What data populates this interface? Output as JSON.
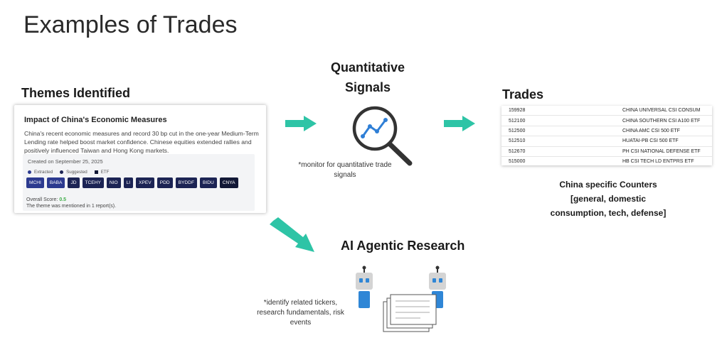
{
  "page": {
    "title": "Examples of Trades"
  },
  "themes": {
    "heading": "Themes Identified",
    "card": {
      "title": "Impact of China's Economic Measures",
      "body": "China's recent economic measures and record 30 bp cut in the one-year Medium-Term Lending rate helped boost market confidence. Chinese equities extended rallies and positively influenced Taiwan and Hong Kong markets.",
      "created": "Created on September 25, 2025",
      "legend": [
        "Extracted",
        "Suggested",
        "ETF"
      ],
      "tickers": [
        "MCHI",
        "BABA",
        "JD",
        "TCEHY",
        "NIO",
        "LI",
        "XPEV",
        "PDD",
        "BYDDF",
        "BIDU",
        "CNYA"
      ],
      "score_label": "Overall Score:",
      "score_value": "0.5",
      "mentioned": "The theme was mentioned in 1 report(s)."
    }
  },
  "signals": {
    "heading_line1": "Quantitative",
    "heading_line2": "Signals",
    "note_line1": "*monitor for quantitative trade",
    "note_line2": "signals",
    "icon": "magnifier-chart-icon"
  },
  "trades": {
    "heading": "Trades",
    "rows": [
      {
        "code": "159928",
        "name": "CHINA UNIVERSAL CSI CONSUM"
      },
      {
        "code": "512100",
        "name": "CHINA SOUTHERN CSI A100 ETF"
      },
      {
        "code": "512500",
        "name": "CHINA AMC CSI 500 ETF"
      },
      {
        "code": "512510",
        "name": "HUATAI-PB CSI 500 ETF"
      },
      {
        "code": "512670",
        "name": "PH CSI NATIONAL DEFENSE ETF"
      },
      {
        "code": "515000",
        "name": "HB CSI TECH LD ENTPRS ETF"
      }
    ],
    "caption_line1": "China specific Counters",
    "caption_line2": "[general, domestic",
    "caption_line3": "consumption, tech, defense]"
  },
  "research": {
    "heading": "AI Agentic Research",
    "note_line1": "*identify related tickers,",
    "note_line2": "research fundamentals, risk",
    "note_line3": "events",
    "icons": [
      "robot-icon",
      "documents-icon"
    ]
  },
  "colors": {
    "arrow": "#2ec4a6",
    "ticker_extracted": "#2c3a8f",
    "ticker_suggested": "#1c2454",
    "ticker_etf": "#121836",
    "robot_body": "#2f86d6",
    "robot_head": "#d4d4d4",
    "robot_eye": "#2f86d6",
    "magnifier": "#333333",
    "magnifier_line": "#2f7fd6"
  }
}
